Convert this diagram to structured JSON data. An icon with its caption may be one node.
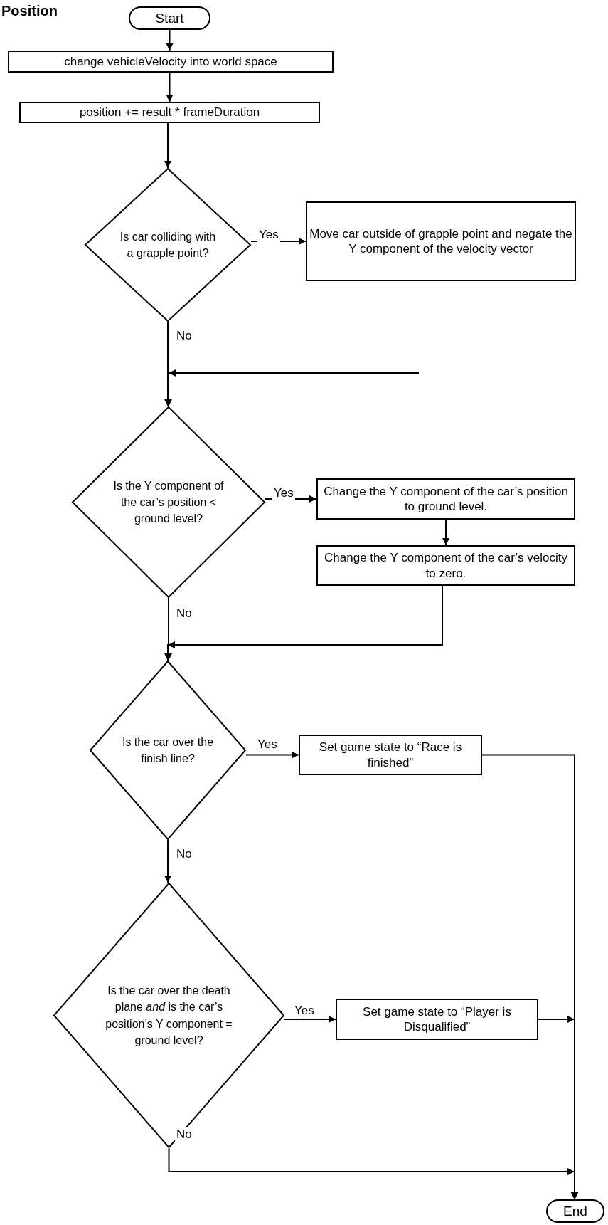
{
  "diagram": {
    "title": "Position",
    "nodes": [
      {
        "text": [
          "Start"
        ]
      },
      {
        "text": [
          "change vehicleVelocity into world space"
        ]
      },
      {
        "text": [
          "position += result * frameDuration"
        ]
      },
      {
        "text": [
          "Is car colliding with a grapple point?"
        ]
      },
      {
        "text": [
          "Move car outside of grapple point and negate the Y component of the velocity vector"
        ]
      },
      {
        "text": [
          "Is the Y component of the car’s position < ground level?"
        ]
      },
      {
        "text": [
          "Change the Y component of the car’s position to ground level."
        ]
      },
      {
        "text": [
          "Change the Y component of the car’s velocity to zero."
        ]
      },
      {
        "text": [
          "Is the car over the finish line?"
        ]
      },
      {
        "text": [
          "Set game state to “Race is finished”"
        ]
      },
      {
        "text": [
          "Is the car over the death plane *and* is the car’s position’s Y component = ground level?"
        ]
      },
      {
        "text": [
          "Set game state to “Player is Disqualified”"
        ]
      },
      {
        "text": [
          "End"
        ]
      }
    ],
    "edges": [
      {
        "from": 0,
        "to": 1,
        "arrow": "to"
      },
      {
        "from": 1,
        "to": 2,
        "arrow": "to"
      },
      {
        "from": 2,
        "to": 3,
        "arrow": "to"
      },
      {
        "from": 3,
        "to": 4,
        "arrow": "to",
        "label": "Yes"
      },
      {
        "from": 3,
        "to": 5,
        "arrow": "to",
        "label": "No"
      },
      {
        "from": null,
        "to": 5,
        "arrow": "to"
      },
      {
        "from": 5,
        "to": 6,
        "arrow": "to",
        "label": "Yes"
      },
      {
        "from": 6,
        "to": 7,
        "arrow": "to"
      },
      {
        "from": 7,
        "to": 8,
        "arrow": "to"
      },
      {
        "from": 5,
        "to": 8,
        "arrow": "to",
        "label": "No"
      },
      {
        "from": 8,
        "to": 9,
        "arrow": "to",
        "label": "Yes"
      },
      {
        "from": 8,
        "to": 10,
        "arrow": "to",
        "label": "No"
      },
      {
        "from": 9,
        "to": 12,
        "arrow": "to"
      },
      {
        "from": 10,
        "to": 11,
        "arrow": "to",
        "label": "Yes"
      },
      {
        "from": 11,
        "to": 12,
        "arrow": "to"
      },
      {
        "from": 10,
        "to": 12,
        "arrow": "to",
        "label": "No"
      }
    ]
  }
}
